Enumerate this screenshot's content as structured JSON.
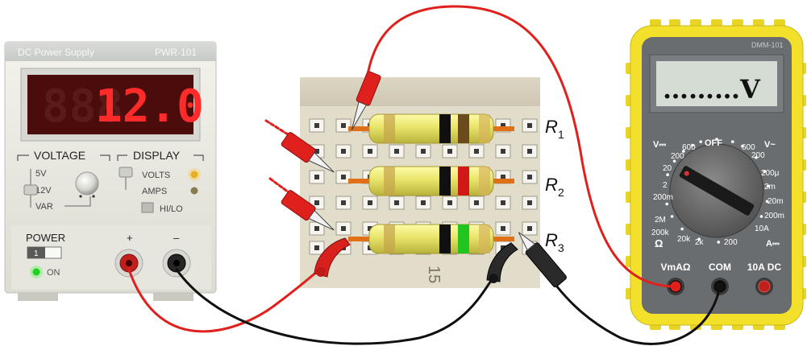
{
  "power_supply": {
    "title": "DC Power Supply",
    "model": "PWR-101",
    "display_value": "12.0",
    "voltage_label": "VOLTAGE",
    "display_label": "DISPLAY",
    "voltage_options": [
      "5V",
      "12V",
      "VAR"
    ],
    "display_options": [
      "VOLTS",
      "AMPS"
    ],
    "hilo_label": "HI/LO",
    "power_label": "POWER",
    "power_switch_label": "1",
    "on_label": "ON",
    "plus_label": "+",
    "minus_label": "–"
  },
  "breadboard": {
    "column_number": "15",
    "resistors": [
      {
        "label": "R",
        "sub": "1",
        "bands": [
          "#c6a24a",
          "#101010",
          "#6b4a1e",
          "#d6b45a"
        ]
      },
      {
        "label": "R",
        "sub": "2",
        "bands": [
          "#c6a24a",
          "#101010",
          "#d01818",
          "#d6b45a"
        ]
      },
      {
        "label": "R",
        "sub": "3",
        "bands": [
          "#c6a24a",
          "#101010",
          "#22c520",
          "#d6b45a"
        ]
      }
    ]
  },
  "multimeter": {
    "model": "DMM-101",
    "display": "………V",
    "off_label": "OFF",
    "dc_v_label": "V⎓",
    "ac_v_label": "V~",
    "ohm_label": "Ω",
    "dc_a_label": "A⎓",
    "left_ticks": [
      "600",
      "200",
      "20",
      "2",
      "200m",
      "2M",
      "200k",
      "20k",
      "2k",
      "200"
    ],
    "right_ticks": [
      "600",
      "200",
      "200μ",
      "2m",
      "20m",
      "200m",
      "10A"
    ],
    "jacks": [
      "VmAΩ",
      "COM",
      "10A DC"
    ]
  },
  "colors": {
    "red_wire": "#e0201c",
    "black_wire": "#101010",
    "meter_yellow": "#f2e02a",
    "meter_body": "#6a6d70",
    "seg_red": "#ff2a2a"
  }
}
